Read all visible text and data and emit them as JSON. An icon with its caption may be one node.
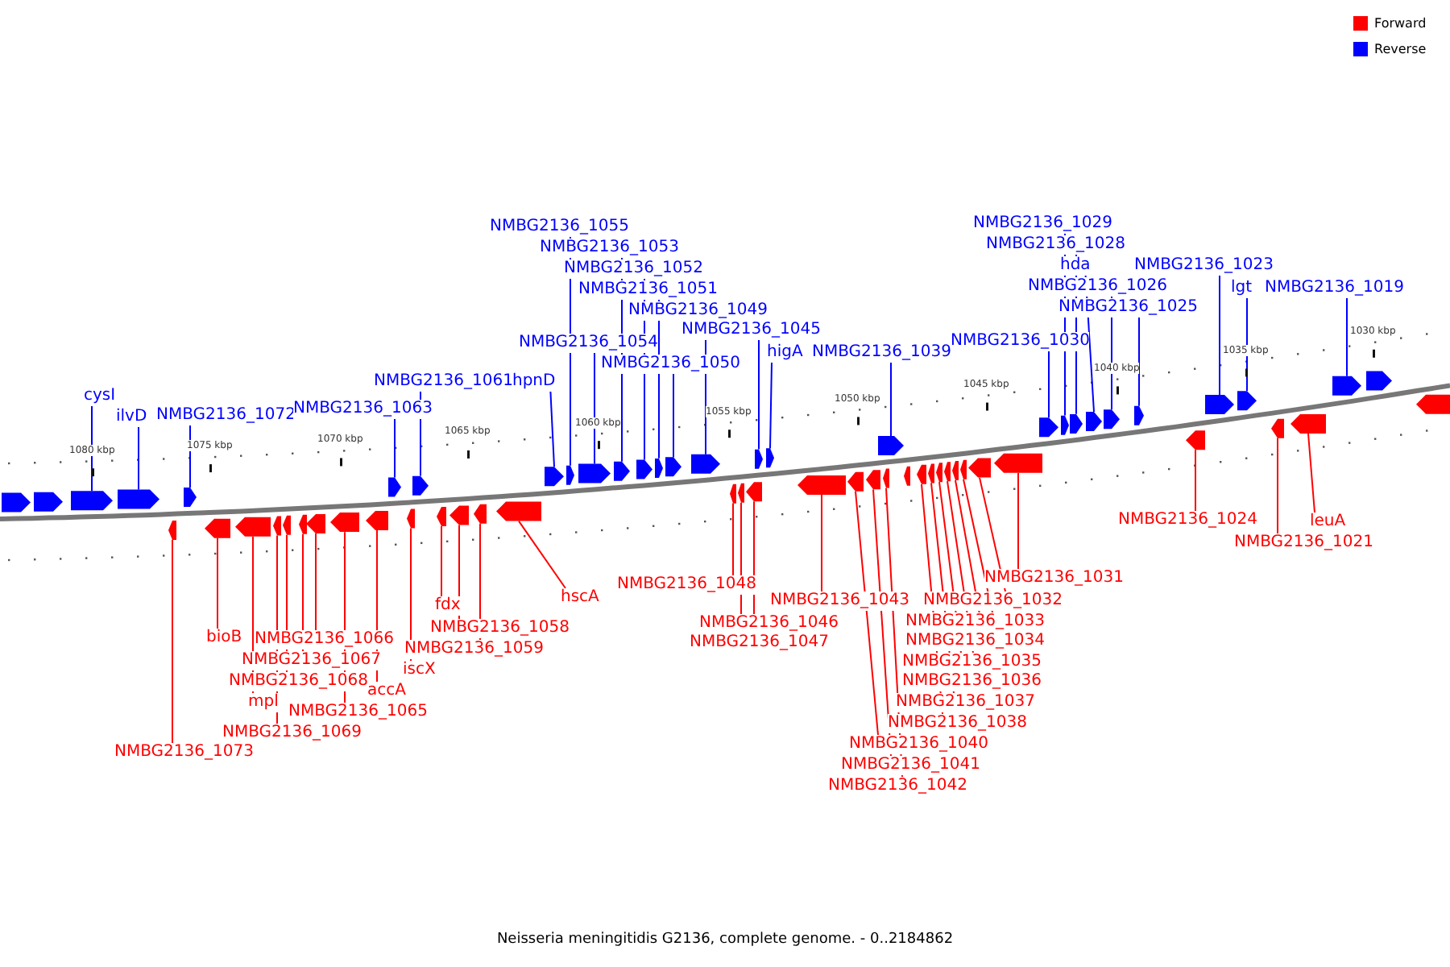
{
  "diagram": {
    "caption": "Neisseria meningitidis G2136, complete genome. - 0..2184862",
    "nodes": [
      {
        "text": [
          "cysI"
        ]
      },
      {
        "text": [],
        "shape": "arrow"
      },
      {
        "text": [
          "ilvD"
        ]
      },
      {
        "text": [],
        "shape": "arrow"
      },
      {
        "text": [
          "NMBG2136_1072"
        ]
      },
      {
        "text": [],
        "shape": "arrow"
      },
      {
        "text": [
          "NMBG2136_1063"
        ]
      },
      {
        "text": [],
        "shape": "arrow"
      },
      {
        "text": [
          "NMBG2136_1061"
        ]
      },
      {
        "text": [],
        "shape": "arrow"
      },
      {
        "text": [
          "hpnD"
        ]
      },
      {
        "text": [],
        "shape": "arrow"
      },
      {
        "text": [
          "NMBG2136_1055"
        ]
      },
      {
        "text": [],
        "shape": "arrow"
      },
      {
        "text": [
          "NMBG2136_1054"
        ]
      },
      {
        "text": [],
        "shape": "arrow"
      },
      {
        "text": [
          "NMBG2136_1053"
        ]
      },
      {
        "text": [],
        "shape": "arrow"
      },
      {
        "text": [
          "NMBG2136_1052"
        ]
      },
      {
        "text": [],
        "shape": "arrow"
      },
      {
        "text": [
          "NMBG2136_1051"
        ]
      },
      {
        "text": [],
        "shape": "arrow"
      },
      {
        "text": [
          "NMBG2136_1050"
        ]
      },
      {
        "text": [],
        "shape": "arrow"
      },
      {
        "text": [
          "NMBG2136_1049"
        ]
      },
      {
        "text": [],
        "shape": "arrow"
      },
      {
        "text": [
          "NMBG2136_1045"
        ]
      },
      {
        "text": [],
        "shape": "arrow"
      },
      {
        "text": [
          "higA"
        ]
      },
      {
        "text": [],
        "shape": "arrow"
      },
      {
        "text": [
          "NMBG2136_1039"
        ]
      },
      {
        "text": [],
        "shape": "arrow"
      },
      {
        "text": [
          "NMBG2136_1030"
        ]
      },
      {
        "text": [],
        "shape": "arrow"
      },
      {
        "text": [
          "NMBG2136_1029"
        ]
      },
      {
        "text": [],
        "shape": "arrow"
      },
      {
        "text": [
          "NMBG2136_1028"
        ]
      },
      {
        "text": [],
        "shape": "arrow"
      },
      {
        "text": [
          "hda"
        ]
      },
      {
        "text": [],
        "shape": "arrow"
      },
      {
        "text": [
          "NMBG2136_1026"
        ]
      },
      {
        "text": [],
        "shape": "arrow"
      },
      {
        "text": [
          "NMBG2136_1025"
        ]
      },
      {
        "text": [],
        "shape": "arrow"
      },
      {
        "text": [
          "NMBG2136_1023"
        ]
      },
      {
        "text": [],
        "shape": "arrow"
      },
      {
        "text": [
          "lgt"
        ]
      },
      {
        "text": [],
        "shape": "arrow"
      },
      {
        "text": [
          "NMBG2136_1019"
        ]
      },
      {
        "text": [],
        "shape": "arrow"
      },
      {
        "text": [
          "NMBG2136_1073"
        ]
      },
      {
        "text": [],
        "shape": "arrow"
      },
      {
        "text": [
          "bioB"
        ]
      },
      {
        "text": [],
        "shape": "arrow"
      },
      {
        "text": [
          "mpl"
        ]
      },
      {
        "text": [],
        "shape": "arrow"
      },
      {
        "text": [
          "NMBG2136_1069"
        ]
      },
      {
        "text": [],
        "shape": "arrow"
      },
      {
        "text": [
          "NMBG2136_1068"
        ]
      },
      {
        "text": [],
        "shape": "arrow"
      },
      {
        "text": [
          "NMBG2136_1067"
        ]
      },
      {
        "text": [],
        "shape": "arrow"
      },
      {
        "text": [
          "NMBG2136_1066"
        ]
      },
      {
        "text": [],
        "shape": "arrow"
      },
      {
        "text": [
          "NMBG2136_1065"
        ]
      },
      {
        "text": [],
        "shape": "arrow"
      },
      {
        "text": [
          "accA"
        ]
      },
      {
        "text": [],
        "shape": "arrow"
      },
      {
        "text": [
          "iscX"
        ]
      },
      {
        "text": [],
        "shape": "arrow"
      },
      {
        "text": [
          "fdx"
        ]
      },
      {
        "text": [],
        "shape": "arrow"
      },
      {
        "text": [
          "NMBG2136_1058"
        ]
      },
      {
        "text": [],
        "shape": "arrow"
      },
      {
        "text": [
          "NMBG2136_1059"
        ]
      },
      {
        "text": [],
        "shape": "arrow"
      },
      {
        "text": [
          "hscA"
        ]
      },
      {
        "text": [],
        "shape": "arrow"
      },
      {
        "text": [
          "NMBG2136_1048"
        ]
      },
      {
        "text": [],
        "shape": "arrow"
      },
      {
        "text": [
          "NMBG2136_1046"
        ]
      },
      {
        "text": [],
        "shape": "arrow"
      },
      {
        "text": [
          "NMBG2136_1047"
        ]
      },
      {
        "text": [],
        "shape": "arrow"
      },
      {
        "text": [
          "NMBG2136_1043"
        ]
      },
      {
        "text": [],
        "shape": "arrow"
      },
      {
        "text": [
          "NMBG2136_1040"
        ]
      },
      {
        "text": [],
        "shape": "arrow"
      },
      {
        "text": [
          "NMBG2136_1041"
        ]
      },
      {
        "text": [],
        "shape": "arrow"
      },
      {
        "text": [
          "NMBG2136_1042"
        ]
      },
      {
        "text": [],
        "shape": "arrow"
      },
      {
        "text": [
          "NMBG2136_1038"
        ]
      },
      {
        "text": [],
        "shape": "arrow"
      },
      {
        "text": [
          "NMBG2136_1037"
        ]
      },
      {
        "text": [],
        "shape": "arrow"
      },
      {
        "text": [
          "NMBG2136_1036"
        ]
      },
      {
        "text": [],
        "shape": "arrow"
      },
      {
        "text": [
          "NMBG2136_1035"
        ]
      },
      {
        "text": [],
        "shape": "arrow"
      },
      {
        "text": [
          "NMBG2136_1034"
        ]
      },
      {
        "text": [],
        "shape": "arrow"
      },
      {
        "text": [
          "NMBG2136_1033"
        ]
      },
      {
        "text": [],
        "shape": "arrow"
      },
      {
        "text": [
          "NMBG2136_1032"
        ]
      },
      {
        "text": [],
        "shape": "arrow"
      },
      {
        "text": [
          "NMBG2136_1031"
        ]
      },
      {
        "text": [],
        "shape": "arrow"
      },
      {
        "text": [
          "NMBG2136_1024"
        ]
      },
      {
        "text": [],
        "shape": "arrow"
      },
      {
        "text": [
          "NMBG2136_1021"
        ]
      },
      {
        "text": [],
        "shape": "arrow"
      },
      {
        "text": [
          "leuA"
        ]
      },
      {
        "text": [],
        "shape": "arrow"
      },
      {
        "text": [],
        "shape": "arrow"
      },
      {
        "text": [],
        "shape": "arrow"
      },
      {
        "text": [],
        "shape": "arrow"
      },
      {
        "text": [],
        "shape": "arrow"
      },
      {
        "text": [],
        "shape": "arrow"
      }
    ],
    "edges": [
      {
        "from": 0,
        "to": 1,
        "arrow": "none",
        "color": "#0000ff"
      },
      {
        "from": 2,
        "to": 3,
        "arrow": "none",
        "color": "#0000ff"
      },
      {
        "from": 4,
        "to": 5,
        "arrow": "none",
        "color": "#0000ff"
      },
      {
        "from": 6,
        "to": 7,
        "arrow": "none",
        "color": "#0000ff"
      },
      {
        "from": 8,
        "to": 9,
        "arrow": "none",
        "color": "#0000ff"
      },
      {
        "from": 10,
        "to": 11,
        "arrow": "none",
        "color": "#0000ff"
      },
      {
        "from": 12,
        "to": 13,
        "arrow": "none",
        "color": "#0000ff"
      },
      {
        "from": 14,
        "to": 15,
        "arrow": "none",
        "color": "#0000ff"
      },
      {
        "from": 16,
        "to": 17,
        "arrow": "none",
        "color": "#0000ff"
      },
      {
        "from": 18,
        "to": 19,
        "arrow": "none",
        "color": "#0000ff"
      },
      {
        "from": 20,
        "to": 21,
        "arrow": "none",
        "color": "#0000ff"
      },
      {
        "from": 22,
        "to": 23,
        "arrow": "none",
        "color": "#0000ff"
      },
      {
        "from": 24,
        "to": 25,
        "arrow": "none",
        "color": "#0000ff"
      },
      {
        "from": 26,
        "to": 27,
        "arrow": "none",
        "color": "#0000ff"
      },
      {
        "from": 28,
        "to": 29,
        "arrow": "none",
        "color": "#0000ff"
      },
      {
        "from": 30,
        "to": 31,
        "arrow": "none",
        "color": "#0000ff"
      },
      {
        "from": 32,
        "to": 33,
        "arrow": "none",
        "color": "#0000ff"
      },
      {
        "from": 34,
        "to": 35,
        "arrow": "none",
        "color": "#0000ff"
      },
      {
        "from": 36,
        "to": 37,
        "arrow": "none",
        "color": "#0000ff"
      },
      {
        "from": 38,
        "to": 39,
        "arrow": "none",
        "color": "#0000ff"
      },
      {
        "from": 40,
        "to": 41,
        "arrow": "none",
        "color": "#0000ff"
      },
      {
        "from": 42,
        "to": 43,
        "arrow": "none",
        "color": "#0000ff"
      },
      {
        "from": 44,
        "to": 45,
        "arrow": "none",
        "color": "#0000ff"
      },
      {
        "from": 46,
        "to": 47,
        "arrow": "none",
        "color": "#0000ff"
      },
      {
        "from": 48,
        "to": 49,
        "arrow": "none",
        "color": "#0000ff"
      },
      {
        "from": 50,
        "to": 51,
        "arrow": "none"
      },
      {
        "from": 52,
        "to": 53,
        "arrow": "none"
      },
      {
        "from": 54,
        "to": 55,
        "arrow": "none"
      },
      {
        "from": 56,
        "to": 57,
        "arrow": "none"
      },
      {
        "from": 58,
        "to": 59,
        "arrow": "none"
      },
      {
        "from": 60,
        "to": 61,
        "arrow": "none"
      },
      {
        "from": 62,
        "to": 63,
        "arrow": "none"
      },
      {
        "from": 64,
        "to": 65,
        "arrow": "none"
      },
      {
        "from": 66,
        "to": 67,
        "arrow": "none"
      },
      {
        "from": 68,
        "to": 69,
        "arrow": "none"
      },
      {
        "from": 70,
        "to": 71,
        "arrow": "none"
      },
      {
        "from": 72,
        "to": 73,
        "arrow": "none"
      },
      {
        "from": 74,
        "to": 75,
        "arrow": "none"
      },
      {
        "from": 76,
        "to": 77,
        "arrow": "none"
      },
      {
        "from": 78,
        "to": 79,
        "arrow": "none"
      },
      {
        "from": 80,
        "to": 81,
        "arrow": "none"
      },
      {
        "from": 82,
        "to": 83,
        "arrow": "none"
      },
      {
        "from": 84,
        "to": 85,
        "arrow": "none"
      },
      {
        "from": 86,
        "to": 87,
        "arrow": "none"
      },
      {
        "from": 88,
        "to": 89,
        "arrow": "none"
      },
      {
        "from": 90,
        "to": 91,
        "arrow": "none"
      },
      {
        "from": 92,
        "to": 93,
        "arrow": "none"
      },
      {
        "from": 94,
        "to": 95,
        "arrow": "none"
      },
      {
        "from": 96,
        "to": 97,
        "arrow": "none"
      },
      {
        "from": 98,
        "to": 99,
        "arrow": "none"
      },
      {
        "from": 100,
        "to": 101,
        "arrow": "none"
      },
      {
        "from": 102,
        "to": 103,
        "arrow": "none"
      },
      {
        "from": 104,
        "to": 105,
        "arrow": "none"
      },
      {
        "from": 106,
        "to": 107,
        "arrow": "none"
      },
      {
        "from": 108,
        "to": 109,
        "arrow": "none"
      },
      {
        "from": 110,
        "to": 111,
        "arrow": "none"
      },
      {
        "from": 112,
        "to": 113,
        "arrow": "none"
      }
    ],
    "labels": [
      "1080 kbp",
      "1075 kbp",
      "1070 kbp",
      "1065 kbp",
      "1060 kbp",
      "1055 kbp",
      "1050 kbp",
      "1045 kbp",
      "1040 kbp",
      "1035 kbp",
      "1030 kbp"
    ],
    "legend": [
      {
        "text": "Forward",
        "color": "#ff0000"
      },
      {
        "text": "Reverse",
        "color": "#0000ff"
      }
    ]
  }
}
